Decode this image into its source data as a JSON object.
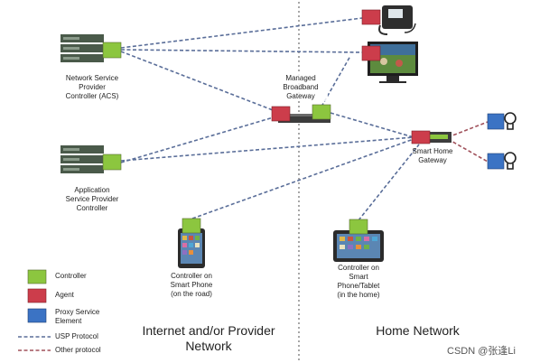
{
  "nodes": {
    "nsp": "Network Service\nProvider\nController (ACS)",
    "asp": "Application\nService Provider\nController",
    "mbg": "Managed\nBroadband\nGateway",
    "shg": "Smart Home\nGateway",
    "phone_road": "Controller on\nSmart Phone\n(on the road)",
    "phone_home": "Controller on\nSmart\nPhone/Tablet\n(in the home)"
  },
  "regions": {
    "left": "Internet and/or Provider\nNetwork",
    "right": "Home Network"
  },
  "legend": {
    "controller": "Controller",
    "agent": "Agent",
    "proxy": "Proxy Service\nElement",
    "usp": "USP Protocol",
    "other": "Other protocol"
  },
  "watermark": "CSDN @张逢Li",
  "colors": {
    "controller": "#8cc63f",
    "agent": "#cc3d4b",
    "proxy": "#3b73c4",
    "usp_line": "#5a6e99",
    "other_line": "#a0505a",
    "server": "#4a5a4a"
  },
  "icons": [
    "server-icon",
    "telephone-icon",
    "tv-icon",
    "gateway-icon",
    "lightbulb-icon",
    "smartphone-icon",
    "tablet-icon"
  ]
}
